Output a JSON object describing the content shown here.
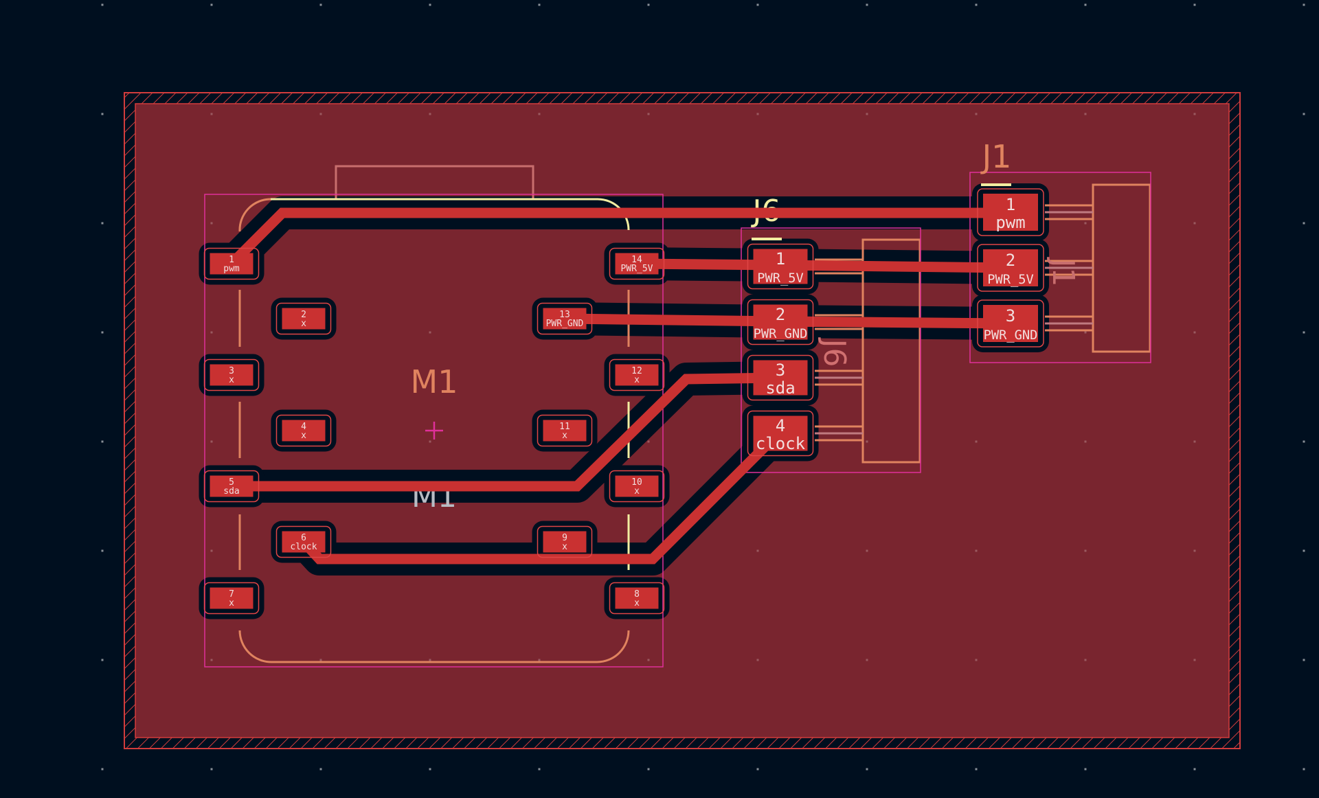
{
  "colors": {
    "background": "#000f1f",
    "board_fill": "#79252f",
    "copper": "#c93131",
    "silkscreen": "#e0835f",
    "silkscreen_highlight": "#f2eda1",
    "courtyard": "#e0309a",
    "edge_cuts": "#d23c3c"
  },
  "footprints": {
    "M1": {
      "reference": "M1",
      "value_label": "M1",
      "pads": [
        {
          "num": "1",
          "net": "pwm"
        },
        {
          "num": "2",
          "net": "x"
        },
        {
          "num": "3",
          "net": "x"
        },
        {
          "num": "4",
          "net": "x"
        },
        {
          "num": "5",
          "net": "sda"
        },
        {
          "num": "6",
          "net": "clock"
        },
        {
          "num": "7",
          "net": "x"
        },
        {
          "num": "8",
          "net": "x"
        },
        {
          "num": "9",
          "net": "x"
        },
        {
          "num": "10",
          "net": "x"
        },
        {
          "num": "11",
          "net": "x"
        },
        {
          "num": "12",
          "net": "x"
        },
        {
          "num": "13",
          "net": "PWR_GND"
        },
        {
          "num": "14",
          "net": "PWR_5V"
        }
      ]
    },
    "J6": {
      "reference": "J6",
      "fab_label": "J6",
      "pads": [
        {
          "num": "1",
          "net": "PWR_5V"
        },
        {
          "num": "2",
          "net": "PWR_GND"
        },
        {
          "num": "3",
          "net": "sda"
        },
        {
          "num": "4",
          "net": "clock"
        }
      ]
    },
    "J1": {
      "reference": "J1",
      "fab_label": "J1",
      "pads": [
        {
          "num": "1",
          "net": "pwm"
        },
        {
          "num": "2",
          "net": "PWR_5V"
        },
        {
          "num": "3",
          "net": "PWR_GND"
        }
      ]
    }
  },
  "nets": [
    "pwm",
    "PWR_5V",
    "PWR_GND",
    "sda",
    "clock"
  ]
}
